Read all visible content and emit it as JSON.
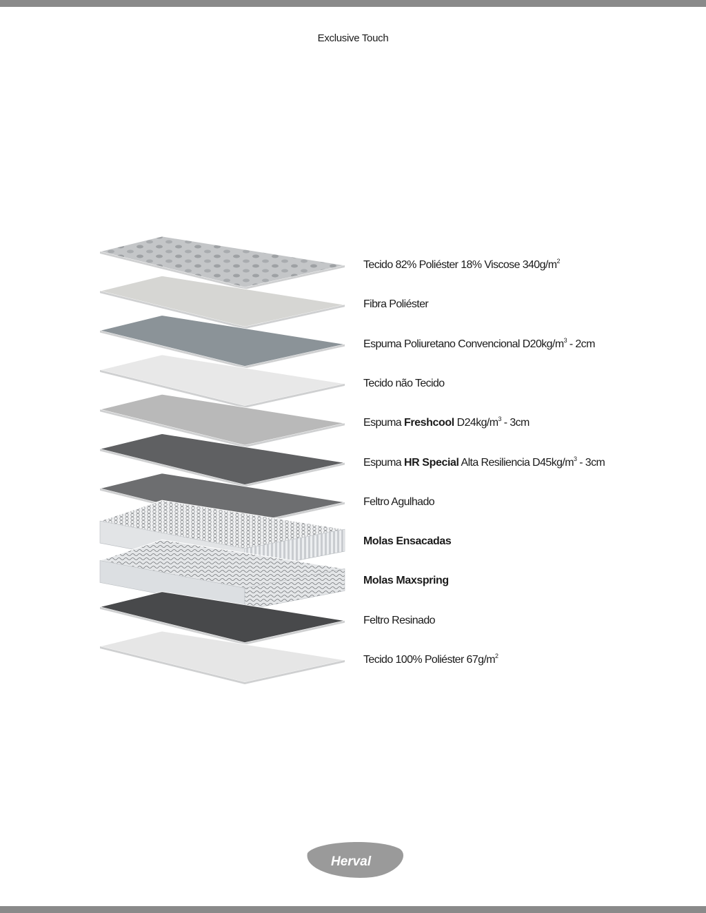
{
  "document": {
    "title": "Exclusive Touch",
    "brand": "Herval"
  },
  "colors": {
    "frame_bar": "#8a8a8a",
    "logo_fill": "#9a9a9a",
    "logo_text": "#ffffff"
  },
  "layers": [
    {
      "pre": "Tecido 82% Poliéster 18% Viscose 340g/m",
      "sup": "2",
      "post": "",
      "bold": "",
      "after": "",
      "icon": "quilted-fabric",
      "fill": "#c4c6c8"
    },
    {
      "pre": "Fibra Poliéster",
      "sup": "",
      "post": "",
      "bold": "",
      "after": "",
      "icon": "fiber-sheet",
      "fill": "#d6d6d3"
    },
    {
      "pre": "Espuma Poliuretano Convencional D20kg/m",
      "sup": "3",
      "post": " - 2cm",
      "bold": "",
      "after": "",
      "icon": "foam-sheet",
      "fill": "#8b9398"
    },
    {
      "pre": "Tecido não Tecido",
      "sup": "",
      "post": "",
      "bold": "",
      "after": "",
      "icon": "nonwoven-sheet",
      "fill": "#e8e8e8"
    },
    {
      "pre": "Espuma ",
      "bold": "Freshcool",
      "after": " D24kg/m",
      "sup": "3",
      "post": " - 3cm",
      "icon": "foam-sheet",
      "fill": "#b9b9b9"
    },
    {
      "pre": "Espuma ",
      "bold": "HR Special",
      "after": " Alta Resiliencia D45kg/m",
      "sup": "3",
      "post": " - 3cm",
      "icon": "foam-sheet",
      "fill": "#5f6062"
    },
    {
      "pre": "Feltro Agulhado",
      "sup": "",
      "post": "",
      "bold": "",
      "after": "",
      "icon": "felt-sheet",
      "fill": "#6d6e70"
    },
    {
      "pre": "",
      "bold": "Molas Ensacadas",
      "after": "",
      "sup": "",
      "post": "",
      "icon": "pocket-springs",
      "fill": "#e2e4e6"
    },
    {
      "pre": "",
      "bold": "Molas Maxspring",
      "after": "",
      "sup": "",
      "post": "",
      "icon": "wire-springs",
      "fill": "#dcdfe2"
    },
    {
      "pre": "Feltro Resinado",
      "sup": "",
      "post": "",
      "bold": "",
      "after": "",
      "icon": "felt-sheet",
      "fill": "#48494b"
    },
    {
      "pre": "Tecido 100% Poliéster 67g/m",
      "sup": "2",
      "post": "",
      "bold": "",
      "after": "",
      "icon": "fabric-sheet",
      "fill": "#e6e6e6"
    }
  ]
}
